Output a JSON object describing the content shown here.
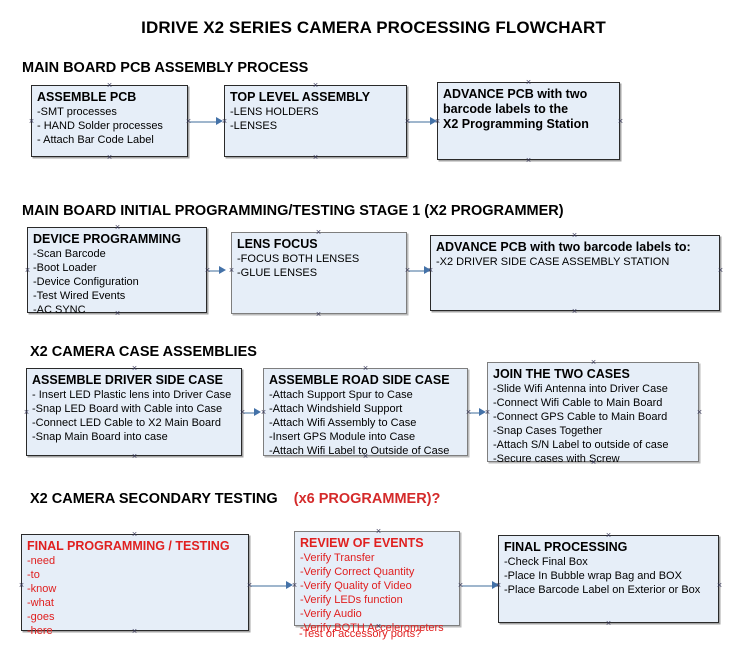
{
  "title": "IDRIVE X2  SERIES CAMERA PROCESSING FLOWCHART",
  "colors": {
    "box_fill": "#e6eef8",
    "box_border": "#2a2a2a",
    "connector": "#9fb6cd",
    "arrowhead": "#4472a8",
    "red_text": "#e02020",
    "red_heading": "#d42a2a",
    "black_text": "#000000"
  },
  "sections": [
    {
      "id": "main-board-pcb-assembly",
      "heading": "MAIN BOARD PCB ASSEMBLY PROCESS",
      "heading_suffix": "",
      "boxes": [
        {
          "id": "assemble-pcb",
          "title": "ASSEMBLE PCB",
          "lines": [
            "-SMT processes",
            "- HAND Solder processes",
            "- Attach Bar Code Label"
          ]
        },
        {
          "id": "top-level-assembly",
          "title": "TOP LEVEL ASSEMBLY",
          "lines": [
            "-LENS HOLDERS",
            "-LENSES"
          ]
        },
        {
          "id": "advance-pcb-programming-station",
          "title": "ADVANCE PCB with two barcode labels to the  X2 Programming Station",
          "title_l1": "ADVANCE PCB with two",
          "title_l2": "barcode labels to the",
          "title_l3": " X2 Programming Station",
          "lines": []
        }
      ]
    },
    {
      "id": "main-board-initial-programming",
      "heading": "MAIN BOARD INITIAL PROGRAMMING/TESTING STAGE 1 (X2 PROGRAMMER)",
      "boxes": [
        {
          "id": "device-programming",
          "title": "DEVICE PROGRAMMING",
          "lines": [
            "-Scan Barcode",
            "-Boot Loader",
            "-Device Configuration",
            "-Test Wired Events",
            "-AC SYNC"
          ]
        },
        {
          "id": "lens-focus",
          "title": "LENS FOCUS",
          "lines": [
            "-FOCUS BOTH LENSES",
            "-GLUE LENSES"
          ]
        },
        {
          "id": "advance-pcb-driver-side-case",
          "title": "ADVANCE PCB with two barcode labels to:",
          "lines": [
            "-X2 DRIVER  SIDE  CASE  ASSEMBLY STATION"
          ]
        }
      ]
    },
    {
      "id": "x2-camera-case-assemblies",
      "heading": "X2 CAMERA CASE ASSEMBLIES",
      "boxes": [
        {
          "id": "assemble-driver-side-case",
          "title": "ASSEMBLE DRIVER SIDE CASE",
          "lines": [
            "- Insert LED Plastic lens into Driver Case",
            "-Snap LED Board with Cable into Case",
            "-Connect LED Cable to X2 Main Board",
            "-Snap Main Board into case"
          ]
        },
        {
          "id": "assemble-road-side-case",
          "title": "ASSEMBLE ROAD SIDE CASE",
          "lines": [
            "-Attach Support Spur to Case",
            "-Attach Windshield Support",
            "-Attach Wifi Assembly to Case",
            "-Insert GPS Module into Case",
            "-Attach Wifi Label to Outside of Case"
          ]
        },
        {
          "id": "join-the-two-cases",
          "title": "JOIN THE TWO CASES",
          "lines": [
            "-Slide Wifi Antenna into Driver Case",
            "-Connect Wifi Cable to Main Board",
            "-Connect GPS Cable to Main Board",
            "-Snap Cases Together",
            "-Attach S/N Label to outside of case",
            "-Secure cases with Screw"
          ]
        }
      ]
    },
    {
      "id": "x2-camera-secondary-testing",
      "heading": "X2 CAMERA SECONDARY TESTING",
      "heading_red": "(x6 PROGRAMMER)?",
      "boxes": [
        {
          "id": "final-programming-testing",
          "title": "FINAL PROGRAMMING / TESTING",
          "lines": [
            "-need",
            "-to",
            "-know",
            "-what",
            "-goes",
            "-here"
          ]
        },
        {
          "id": "review-of-events",
          "title": "REVIEW OF EVENTS",
          "lines": [
            "-Verify Transfer",
            "-Verify Correct Quantity",
            "-Verify Quality of Video",
            "-Verify LEDs function",
            "-Verify Audio",
            "-Verify BOTH Accelerometers"
          ],
          "overflow_line": "-Test of accessory ports?"
        },
        {
          "id": "final-processing",
          "title": "FINAL PROCESSING",
          "lines": [
            " -Check Final Box",
            "-Place In Bubble wrap Bag and BOX",
            "-Place Barcode Label on Exterior or Box"
          ]
        }
      ]
    }
  ]
}
